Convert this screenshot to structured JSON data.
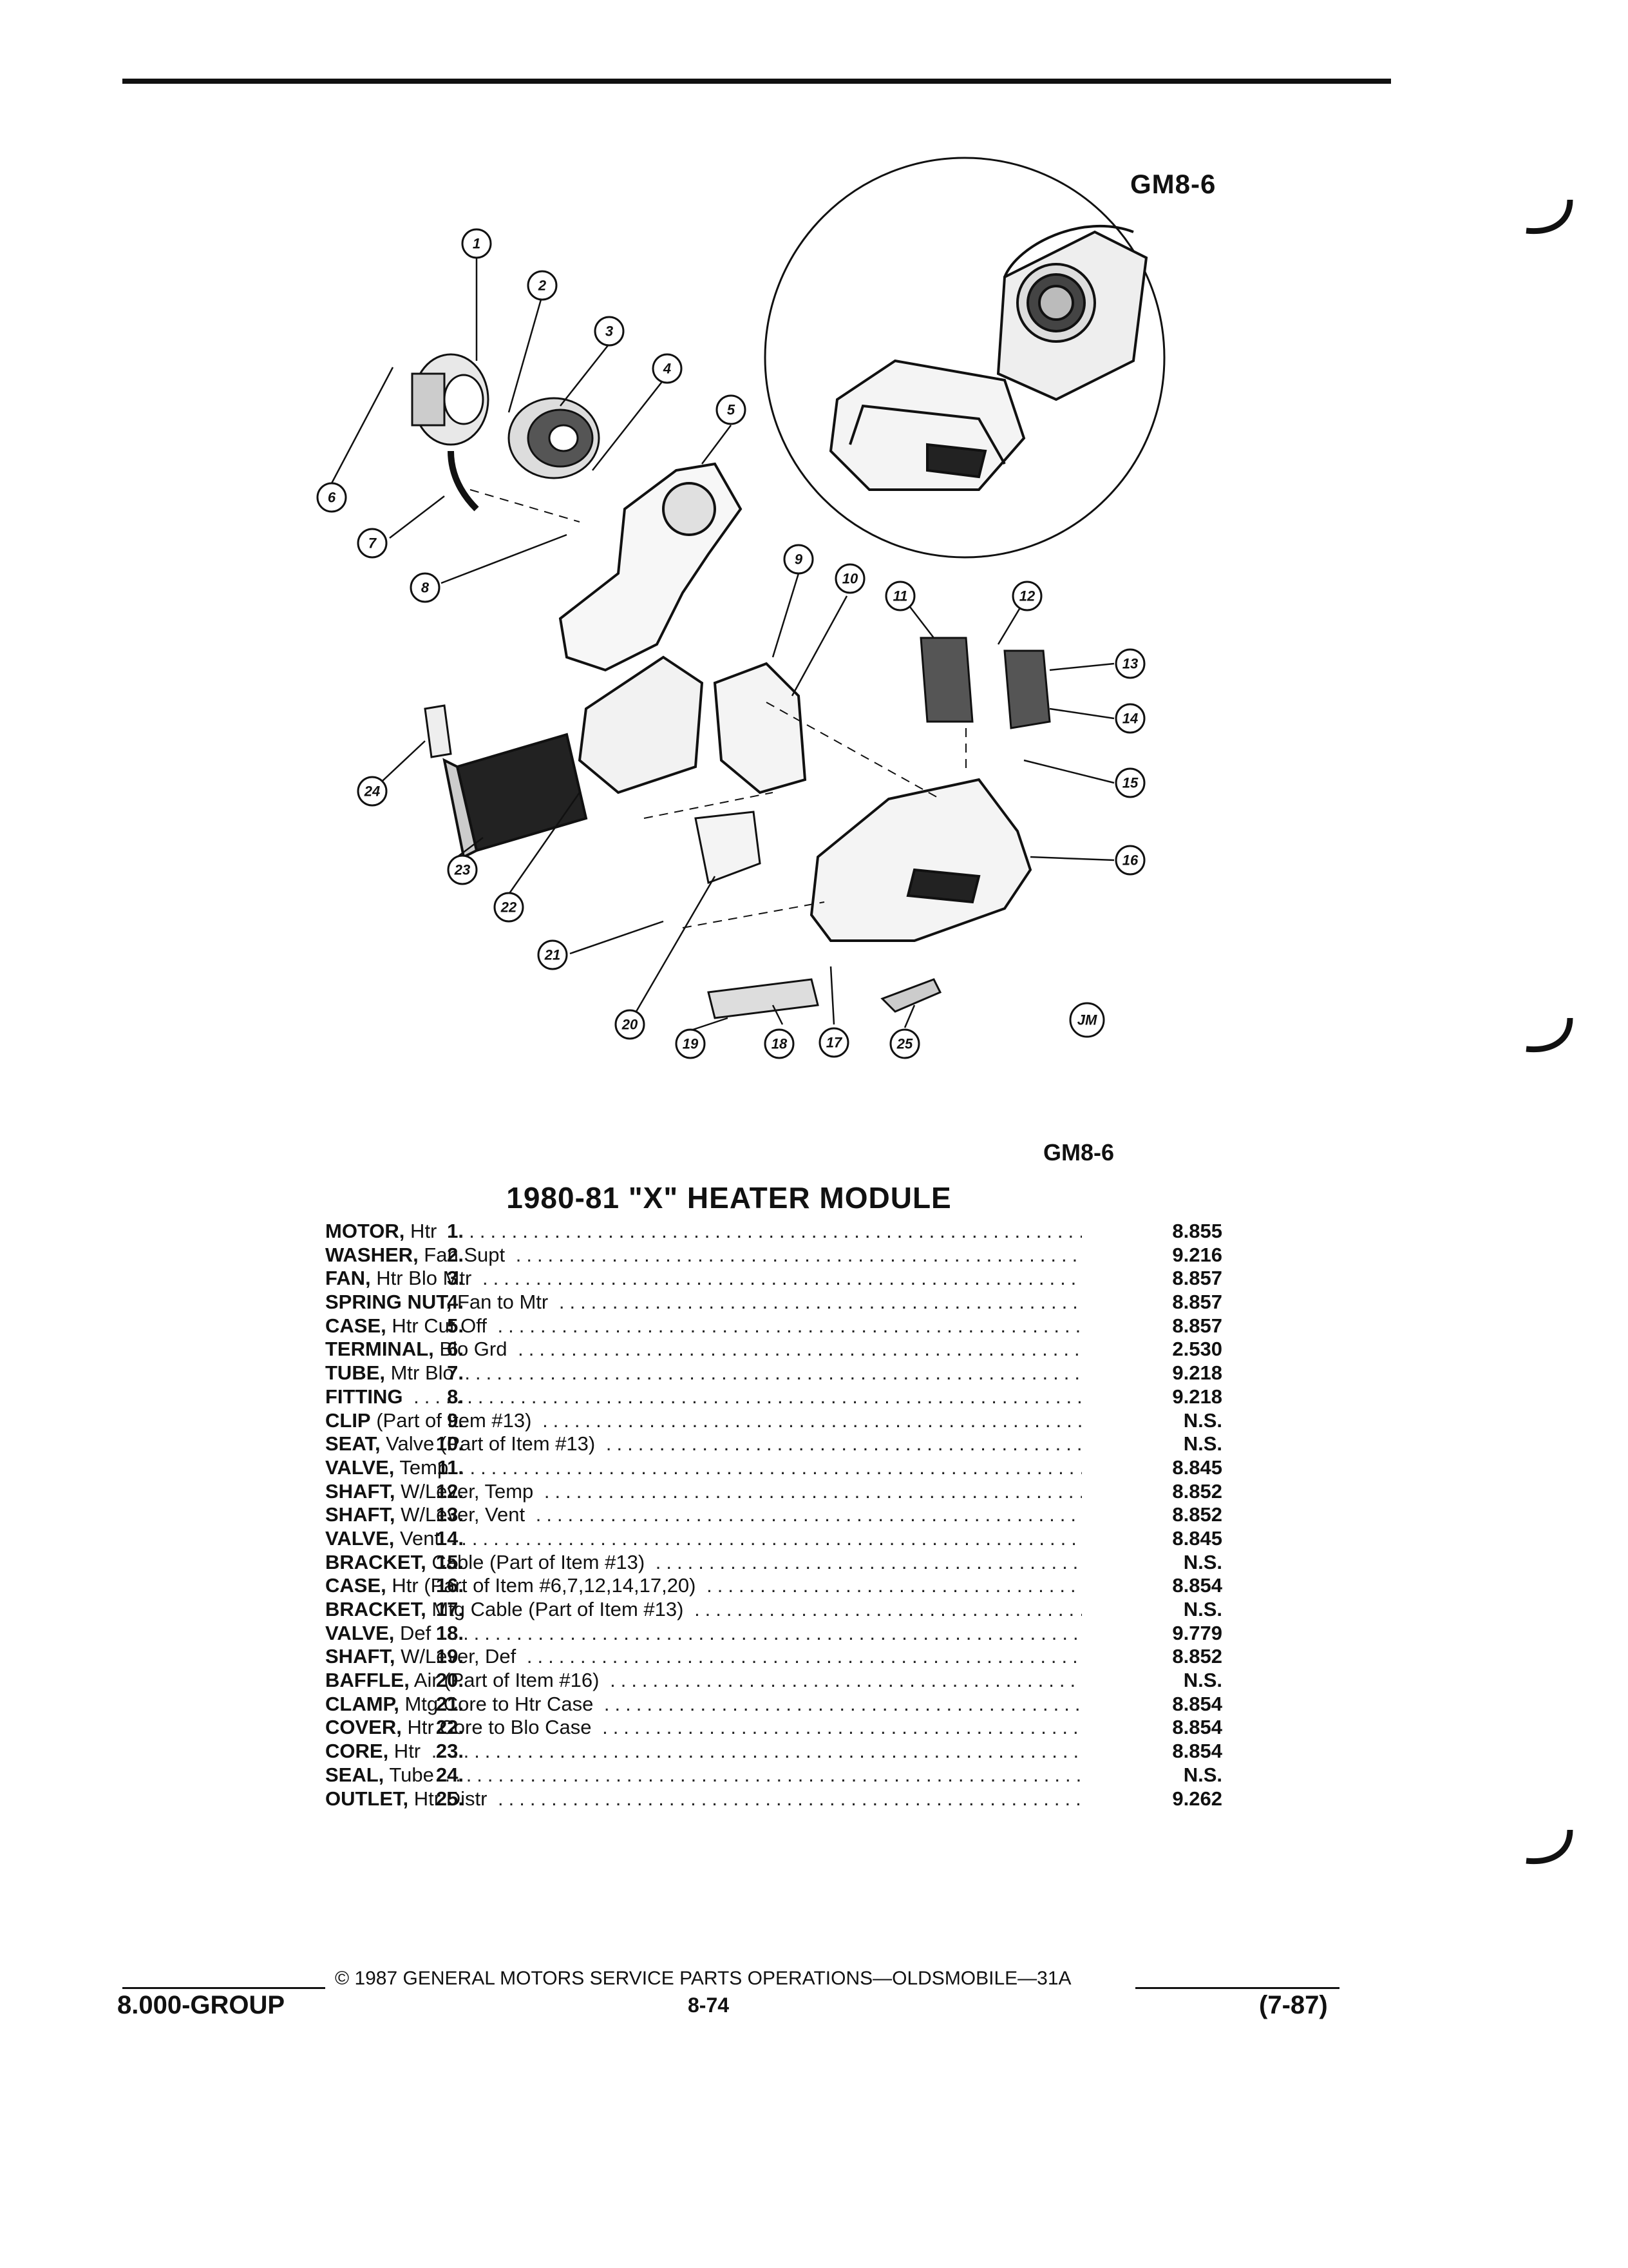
{
  "header": {
    "code_top": "GM8-6",
    "code_mid": "GM8-6"
  },
  "diagram": {
    "callouts": [
      "1",
      "2",
      "3",
      "4",
      "5",
      "6",
      "7",
      "8",
      "9",
      "10",
      "11",
      "12",
      "13",
      "14",
      "15",
      "16",
      "17",
      "18",
      "19",
      "20",
      "21",
      "22",
      "23",
      "24",
      "25"
    ],
    "stamp": "JM"
  },
  "title": "1980-81 \"X\" HEATER MODULE",
  "parts": [
    {
      "num": "1.",
      "name": "MOTOR,",
      "desc": " Htr",
      "ref": "8.855"
    },
    {
      "num": "2.",
      "name": "WASHER,",
      "desc": " Fan Supt",
      "ref": "9.216"
    },
    {
      "num": "3.",
      "name": "FAN,",
      "desc": " Htr Blo Mtr",
      "ref": "8.857"
    },
    {
      "num": "4.",
      "name": "SPRING NUT,",
      "desc": " Fan to Mtr",
      "ref": "8.857"
    },
    {
      "num": "5.",
      "name": "CASE,",
      "desc": " Htr Cut Off",
      "ref": "8.857"
    },
    {
      "num": "6.",
      "name": "TERMINAL,",
      "desc": " Blo Grd",
      "ref": "2.530"
    },
    {
      "num": "7.",
      "name": "TUBE,",
      "desc": " Mtr Blo",
      "ref": "9.218"
    },
    {
      "num": "8.",
      "name": "FITTING",
      "desc": "",
      "ref": "9.218"
    },
    {
      "num": "9.",
      "name": "CLIP",
      "desc": " (Part of Item #13)",
      "ref": "N.S."
    },
    {
      "num": "10.",
      "name": "SEAT,",
      "desc": " Valve (Part of Item #13)",
      "ref": "N.S."
    },
    {
      "num": "11.",
      "name": "VALVE,",
      "desc": " Temp",
      "ref": "8.845"
    },
    {
      "num": "12.",
      "name": "SHAFT,",
      "desc": " W/Lever, Temp",
      "ref": "8.852"
    },
    {
      "num": "13.",
      "name": "SHAFT,",
      "desc": " W/Lever, Vent",
      "ref": "8.852"
    },
    {
      "num": "14.",
      "name": "VALVE,",
      "desc": " Vent",
      "ref": "8.845"
    },
    {
      "num": "15.",
      "name": "BRACKET,",
      "desc": " Cable (Part of Item #13)",
      "ref": "N.S."
    },
    {
      "num": "16.",
      "name": "CASE,",
      "desc": " Htr (Part of Item #6,7,12,14,17,20)",
      "ref": "8.854"
    },
    {
      "num": "17.",
      "name": "BRACKET,",
      "desc": " Mtg Cable (Part of Item #13)",
      "ref": "N.S."
    },
    {
      "num": "18.",
      "name": "VALVE,",
      "desc": " Def",
      "ref": "9.779"
    },
    {
      "num": "19.",
      "name": "SHAFT,",
      "desc": " W/Lever, Def",
      "ref": "8.852"
    },
    {
      "num": "20.",
      "name": "BAFFLE,",
      "desc": " Air (Part of Item #16)",
      "ref": "N.S."
    },
    {
      "num": "21.",
      "name": "CLAMP,",
      "desc": " Mtg Core to Htr Case",
      "ref": "8.854"
    },
    {
      "num": "22.",
      "name": "COVER,",
      "desc": " Htr Core to Blo Case",
      "ref": "8.854"
    },
    {
      "num": "23.",
      "name": "CORE,",
      "desc": " Htr",
      "ref": "8.854"
    },
    {
      "num": "24.",
      "name": "SEAL,",
      "desc": " Tube",
      "ref": "N.S."
    },
    {
      "num": "25.",
      "name": "OUTLET,",
      "desc": " Htr Distr",
      "ref": "9.262"
    }
  ],
  "footer": {
    "copyright": "©  1987  GENERAL MOTORS SERVICE PARTS OPERATIONS—OLDSMOBILE—31A",
    "group": "8.000-GROUP",
    "page": "8-74",
    "date": "(7-87)"
  }
}
